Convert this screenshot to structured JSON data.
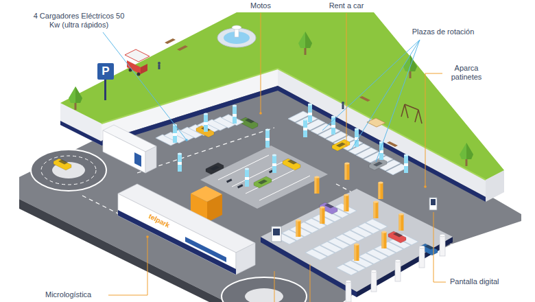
{
  "diagram": {
    "labels": [
      "4 Cargadores Eléctricos 50 Kw (ultra rápidos)",
      "Motos",
      "Rent a car",
      "Plazas de rotación",
      "Aparca patinetes",
      "Pantalla digital",
      "Micrologística",
      "P",
      "telpark"
    ]
  }
}
